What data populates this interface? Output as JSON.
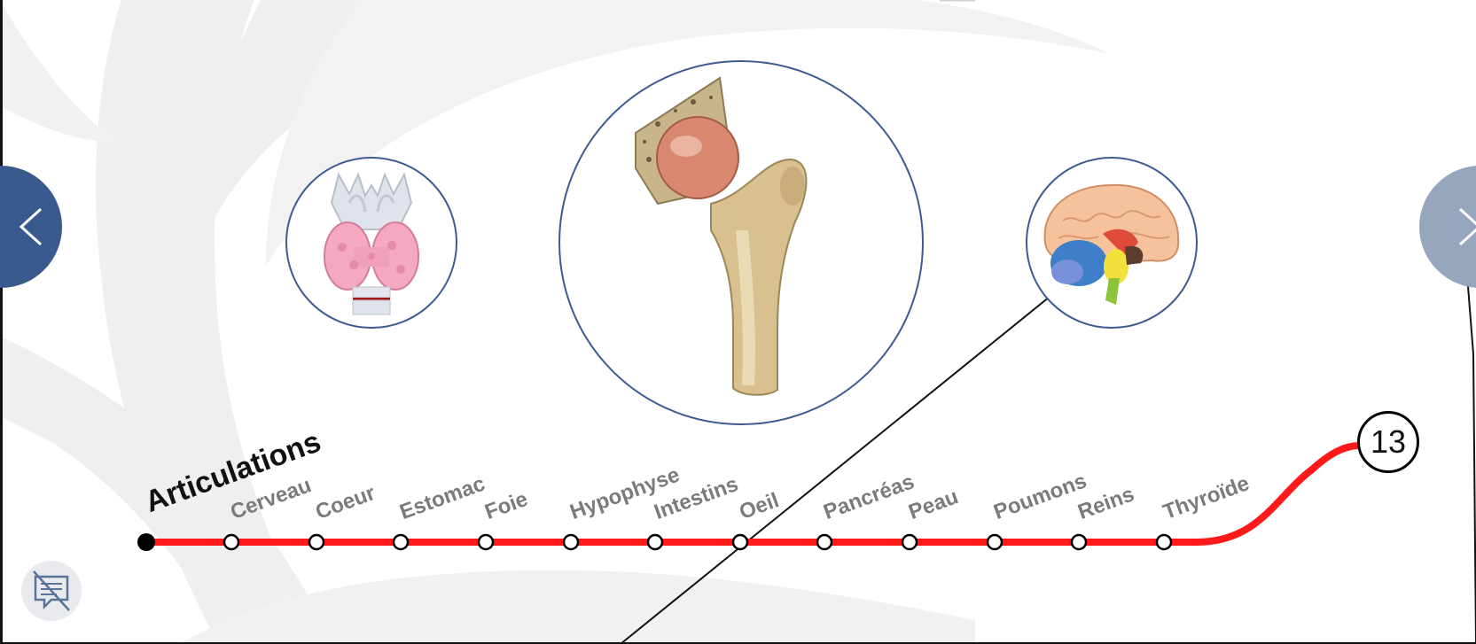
{
  "main_label": "Articulations",
  "badge": "13",
  "stops": [
    "Cerveau",
    "Coeur",
    "Estomac",
    "Foie",
    "Hypophyse",
    "Intestins",
    "Oeil",
    "Pancréas",
    "Peau",
    "Poumons",
    "Reins",
    "Thyroïde"
  ],
  "colors": {
    "track": "#ff1a1a",
    "nav_prev": "#3a5a8e",
    "nav_next": "#95a6bd",
    "circle_border": "#3d5b92"
  },
  "icons": {
    "prev": "chevron-left-icon",
    "next": "chevron-right-icon",
    "chat": "chat-off-icon",
    "thyroid": "thyroid-illustration",
    "hip": "hip-joint-illustration",
    "brain": "brain-illustration"
  }
}
